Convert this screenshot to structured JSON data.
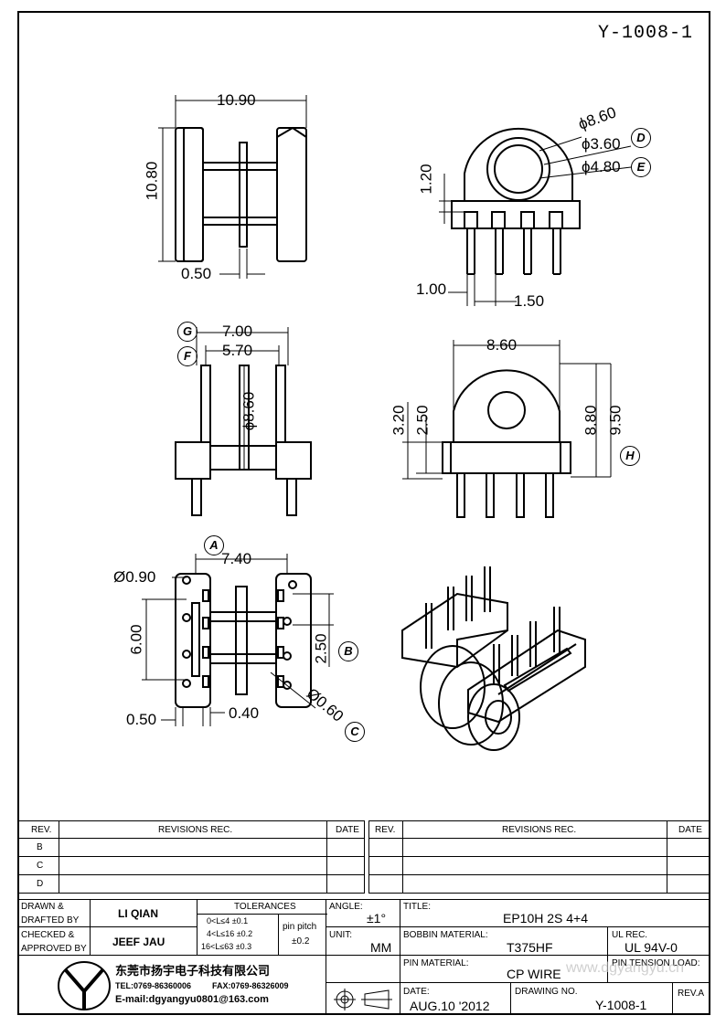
{
  "doc_number": "Y-1008-1",
  "dims": {
    "top_width": "10.90",
    "top_height": "10.80",
    "top_flange": "0.50",
    "d1": "ϕ8.60",
    "d2": "ϕ3.60",
    "d3": "ϕ4.80",
    "h120": "1.20",
    "p100": "1.00",
    "p150": "1.50",
    "w700": "7.00",
    "w570": "5.70",
    "d860v": "ϕ8.60",
    "w860": "8.60",
    "h320": "3.20",
    "h250": "2.50",
    "h880": "8.80",
    "h950": "9.50",
    "w740": "7.40",
    "d090": "Ø0.90",
    "h600": "6.00",
    "p250": "2.50",
    "d060": "Ø0.60",
    "b050": "0.50",
    "b040": "0.40"
  },
  "markers": {
    "A": "A",
    "B": "B",
    "C": "C",
    "D": "D",
    "E": "E",
    "F": "F",
    "G": "G",
    "H": "H"
  },
  "revisions": {
    "rev_header": "REV.",
    "revisions_header": "REVISIONS   REC.",
    "date_header": "DATE",
    "rows": [
      "B",
      "C",
      "D"
    ]
  },
  "title_block": {
    "drawn_label": "DRAWN &",
    "drafted_label": "DRAFTED BY",
    "drawn_value": "LI QIAN",
    "checked_label": "CHECKED &",
    "approved_label": "APPROVED BY",
    "checked_value": "JEEF JAU",
    "tolerances_label": "TOLERANCES",
    "tol1": "0<L≤4   ±0.1",
    "tol2": "4<L≤16  ±0.2",
    "tol3": "16<L≤63 ±0.3",
    "pin_pitch_label": "pin pitch",
    "pin_pitch_value": "±0.2",
    "angle_label": "ANGLE:",
    "angle_value": "±1°",
    "unit_label": "UNIT:",
    "unit_value": "MM",
    "title_label": "TITLE:",
    "title_value": "EP10H  2S  4+4",
    "bobbin_label": "BOBBIN MATERIAL:",
    "bobbin_value": "T375HF",
    "ul_label": "UL REC.",
    "ul_value": "UL  94V-0",
    "pin_material_label": "PIN MATERIAL:",
    "pin_material_value": "CP  WIRE",
    "pin_tension_label": "PIN TENSION LOAD:",
    "date_label": "DATE:",
    "date_value": "AUG.10  '2012",
    "drawing_no_label": "DRAWING NO.",
    "drawing_no_value": "Y-1008-1",
    "rev_label": "REV.A",
    "company_name": "东莞市扬宇电子科技有限公司",
    "company_tel": "TEL:0769-86360006",
    "company_fax": "FAX:0769-86326009",
    "company_email": "E-mail:dgyangyu0801@163.com",
    "watermark": "www.dgyangyu.cn"
  }
}
